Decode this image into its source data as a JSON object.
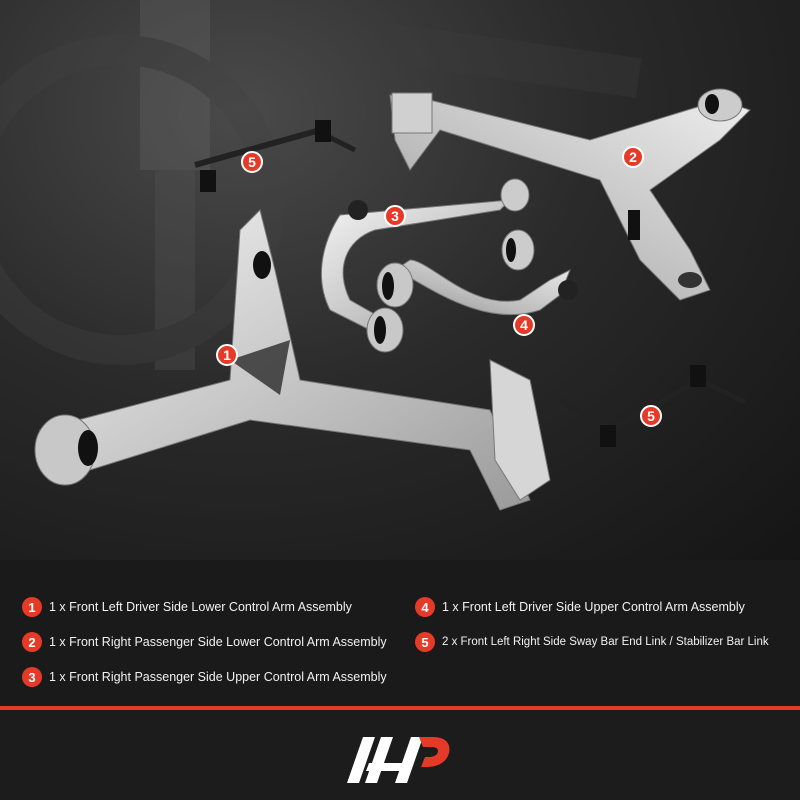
{
  "photo_badges": [
    {
      "id": "1",
      "label": "1"
    },
    {
      "id": "2",
      "label": "2"
    },
    {
      "id": "3",
      "label": "3"
    },
    {
      "id": "4",
      "label": "4"
    },
    {
      "id": "5a",
      "label": "5"
    },
    {
      "id": "5b",
      "label": "5"
    }
  ],
  "legend": {
    "items": [
      {
        "num": "1",
        "text": "1 x Front Left Driver Side Lower Control Arm Assembly"
      },
      {
        "num": "2",
        "text": "1 x Front Right Passenger Side Lower Control Arm Assembly"
      },
      {
        "num": "3",
        "text": "1 x Front Right Passenger Side Upper Control Arm Assembly"
      },
      {
        "num": "4",
        "text": "1 x Front Left Driver Side Upper Control Arm Assembly"
      },
      {
        "num": "5",
        "text": "2 x Front Left Right Side Sway Bar End Link / Stabilizer Bar Link"
      }
    ]
  },
  "colors": {
    "accent": "#e53a28",
    "text": "#f2f2f2",
    "background": "#1a1a1a"
  }
}
